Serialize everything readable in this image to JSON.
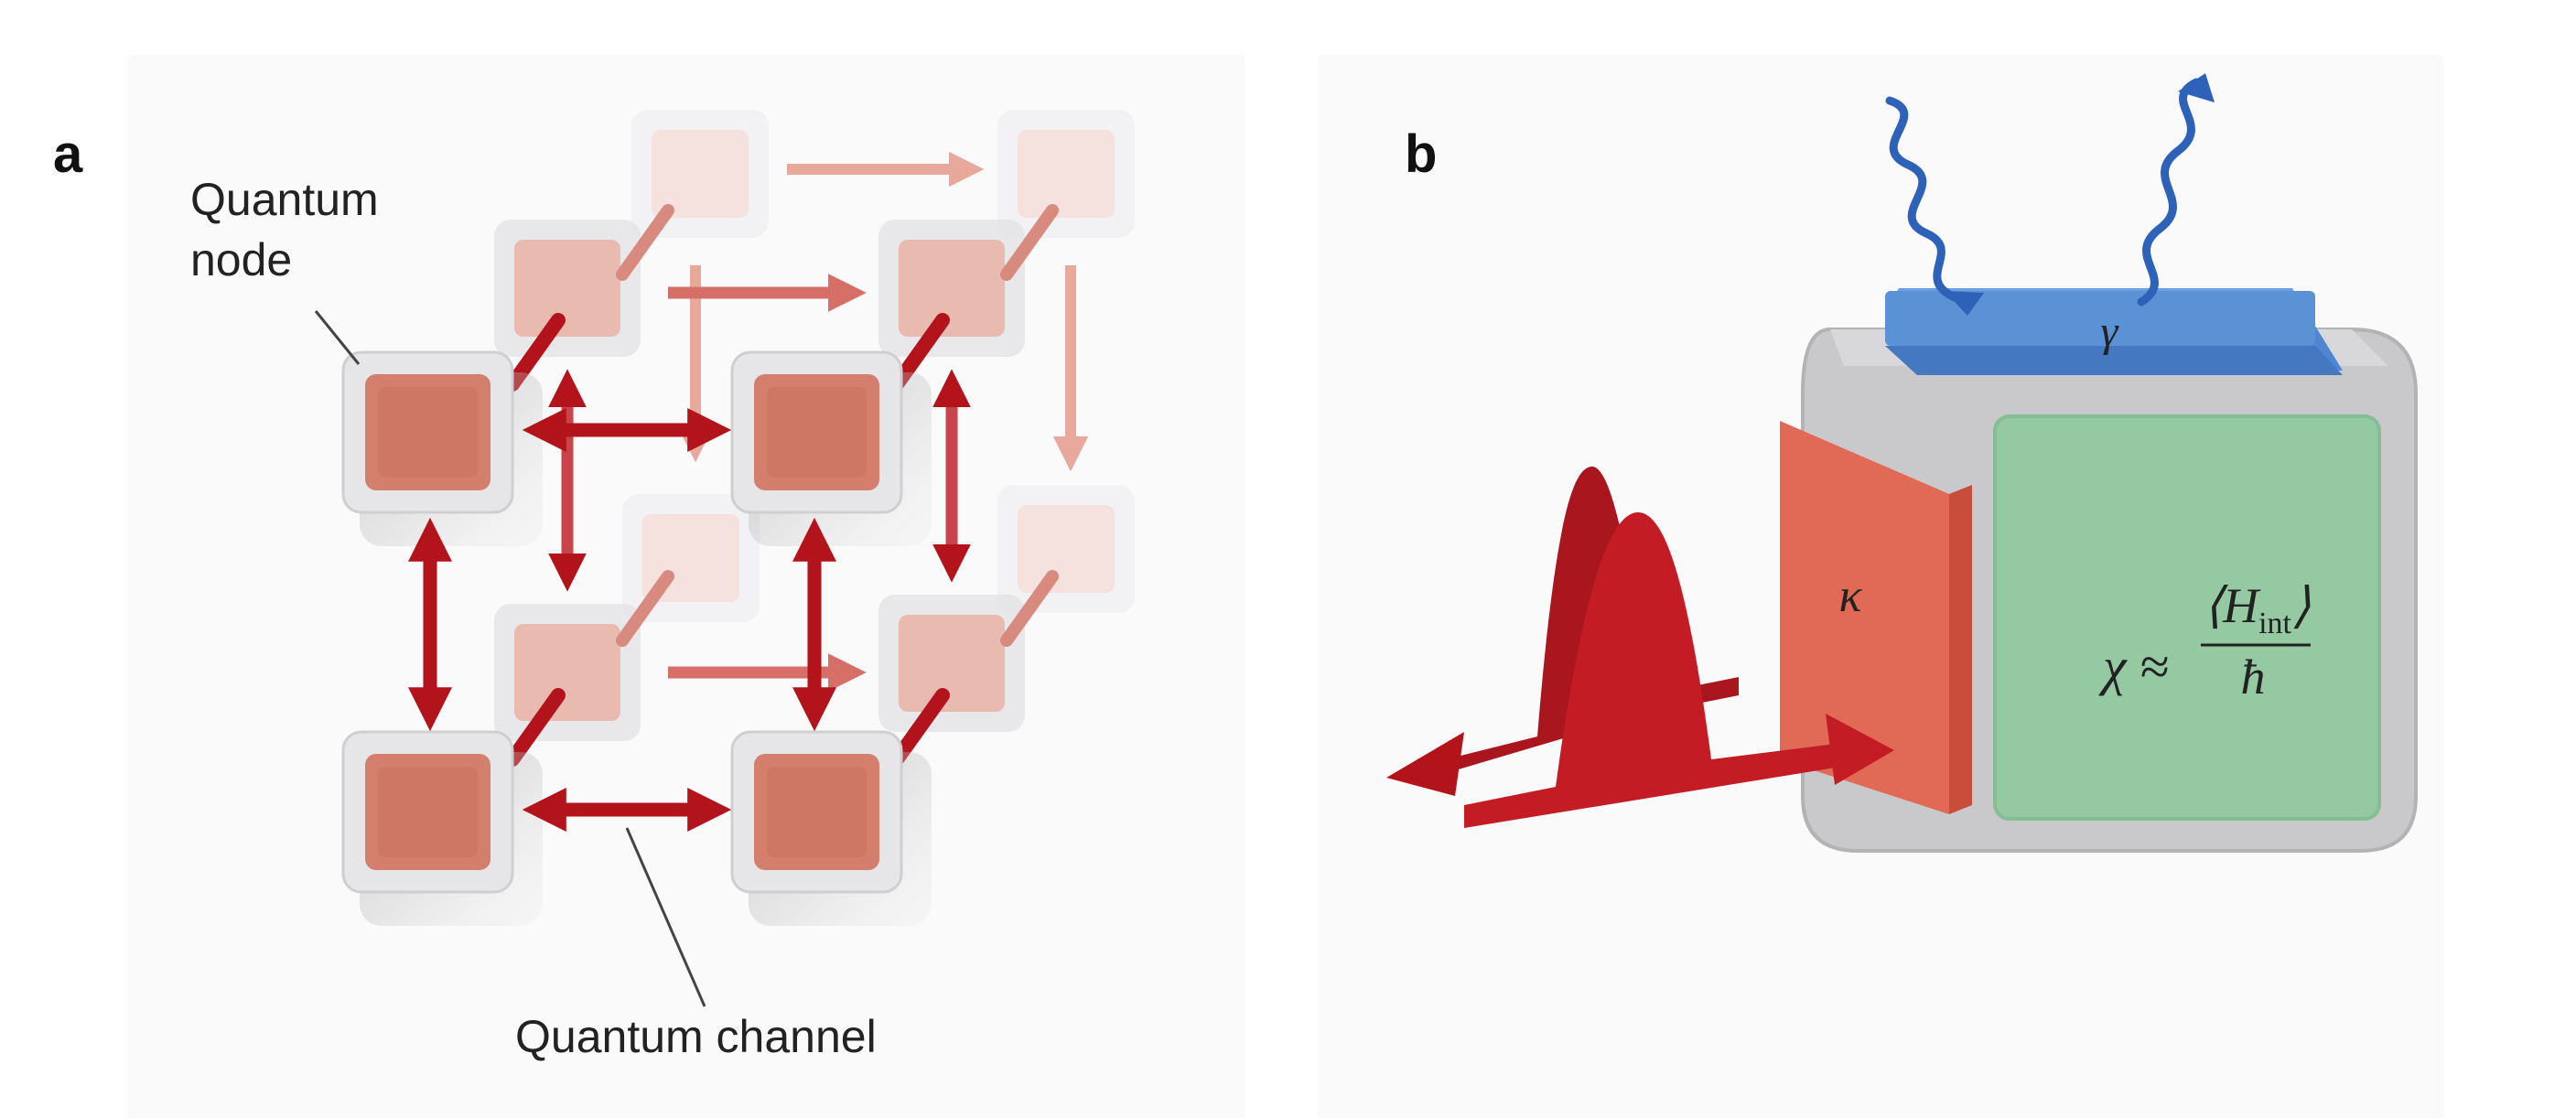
{
  "panels": {
    "a": {
      "letter": "a",
      "node_label": "Quantum\nnode",
      "channel_label": "Quantum channel"
    },
    "b": {
      "letter": "b",
      "gamma": "γ",
      "kappa": "κ",
      "chi": "χ ≈",
      "h_int": "⟨H",
      "int_sub": "int",
      "h_int_close": "⟩",
      "hbar": "ħ"
    }
  },
  "colors": {
    "node_face": "#d47f6d",
    "node_frame": "#e6e6e8",
    "channel": "#b3131a",
    "gamma_plate": "#5b92d6",
    "kappa_plate": "#e06a55",
    "chi_plate": "#94c9a2",
    "cavity": "#c9c9cc",
    "photon": "#2d62b8",
    "pulse": "#c41c24"
  }
}
